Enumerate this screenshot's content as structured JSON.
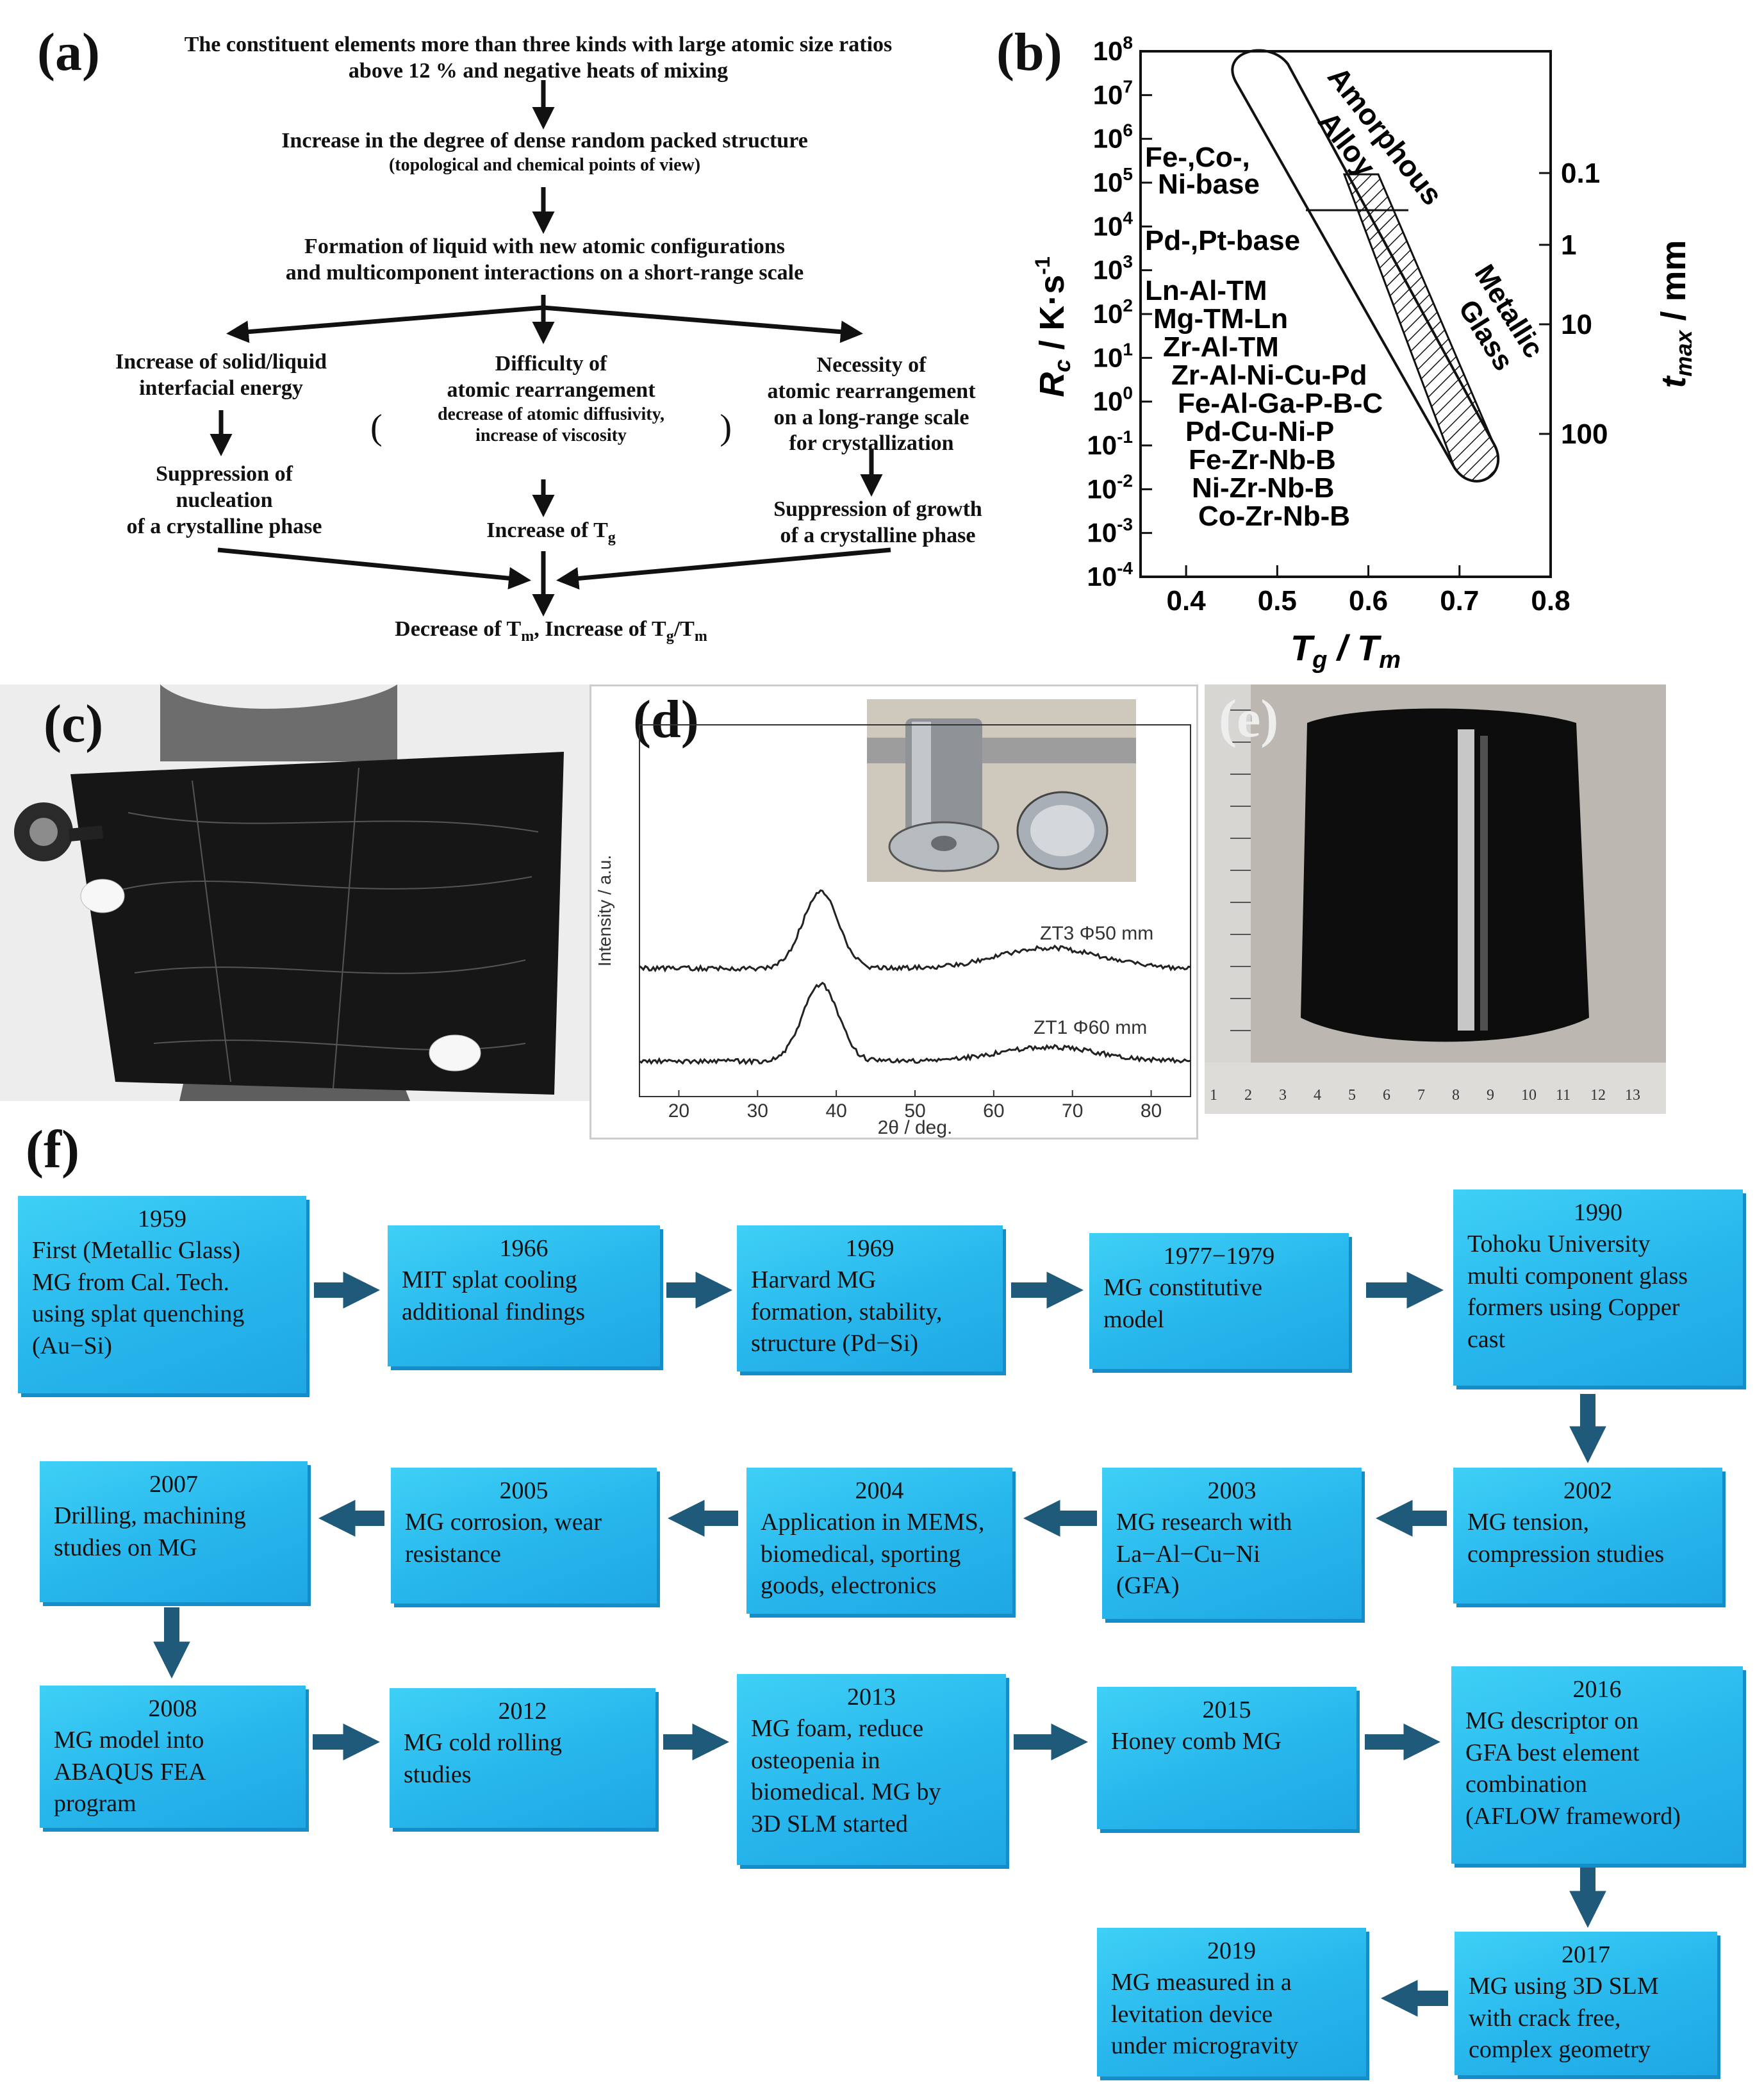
{
  "panel_a": {
    "label": "(a)",
    "step1_l1": "The constituent elements more than three kinds with large atomic size ratios",
    "step1_l2": "above 12 % and negative heats of mixing",
    "step2_l1": "Increase in the degree of dense random packed structure",
    "step2_l2": "(topological and chemical points of view)",
    "step3_l1": "Formation of liquid with new atomic configurations",
    "step3_l2": "and multicomponent interactions on a short-range scale",
    "left_l1": "Increase of solid/liquid",
    "left_l2": "interfacial energy",
    "left_res_l1": "Suppression of",
    "left_res_l2": "nucleation",
    "left_res_l3": "of a crystalline phase",
    "mid_l1": "Difficulty of",
    "mid_l2": "atomic rearrangement",
    "mid_l3": "decrease of atomic diffusivity,",
    "mid_l4": "increase of viscosity",
    "mid_res": "Increase of T",
    "mid_res_sub": "g",
    "right_l1": "Necessity of",
    "right_l2": "atomic rearrangement",
    "right_l3": "on a long-range scale",
    "right_l4": "for crystallization",
    "right_res_l1": "Suppression of growth",
    "right_res_l2": "of a crystalline phase",
    "final_a": "Decrease of T",
    "final_a_sub": "m",
    "final_b": ", Increase of T",
    "final_b_sub": "g",
    "final_c": "/T",
    "final_c_sub": "m"
  },
  "panel_b": {
    "label": "(b)",
    "ylabel_left": "R",
    "ylabel_left_sub": "c",
    "ylabel_left_unit": " / K·s",
    "ylabel_left_sup": "-1",
    "ylabel_right": "t",
    "ylabel_right_sub": "max",
    "ylabel_right_unit": " / mm",
    "xlabel": "T",
    "xlabel_sub": "g",
    "xlabel_mid": " / T",
    "xlabel_sub2": "m",
    "xticks": [
      "0.4",
      "0.5",
      "0.6",
      "0.7",
      "0.8"
    ],
    "yticks_exp": [
      "8",
      "7",
      "6",
      "5",
      "4",
      "3",
      "2",
      "1",
      "0",
      "-1",
      "-2",
      "-3",
      "-4"
    ],
    "ytick_base": "10",
    "rticks": [
      "0.1",
      "1",
      "10",
      "100"
    ],
    "region_top": "Amorphous",
    "region_top2": "Alloy",
    "region_bottom": "Metallic",
    "region_bottom2": "Glass",
    "alloys": [
      "Fe-,Co-,",
      "Ni-base",
      "Pd-,Pt-base",
      "Ln-Al-TM",
      "Mg-TM-Ln",
      "Zr-Al-TM",
      "Zr-Al-Ni-Cu-Pd",
      "Fe-Al-Ga-P-B-C",
      "Pd-Cu-Ni-P",
      "Fe-Zr-Nb-B",
      "Ni-Zr-Nb-B",
      "Co-Zr-Nb-B"
    ]
  },
  "panel_c": {
    "label": "(c)"
  },
  "panel_d": {
    "label": "(d)",
    "ylabel": "Intensity / a.u.",
    "xlabel": "2θ / deg.",
    "xticks": [
      "20",
      "30",
      "40",
      "50",
      "60",
      "70",
      "80"
    ],
    "curve1": "ZT3 Φ50 mm",
    "curve2": "ZT1 Φ60 mm"
  },
  "panel_e": {
    "label": "(e)",
    "ruler_numbers": [
      "1",
      "2",
      "3",
      "4",
      "5",
      "6",
      "7",
      "8",
      "9",
      "10",
      "11",
      "12",
      "13"
    ]
  },
  "panel_f": {
    "label": "(f)",
    "boxes": [
      {
        "year": "1959",
        "text": "First (Metallic Glass)\nMG from Cal. Tech.\nusing splat quenching\n(Au−Si)"
      },
      {
        "year": "1966",
        "text": "MIT splat cooling\nadditional findings"
      },
      {
        "year": "1969",
        "text": "Harvard MG\nformation, stability,\nstructure (Pd−Si)"
      },
      {
        "year": "1977−1979",
        "text": "MG constitutive\nmodel"
      },
      {
        "year": "1990",
        "text": "Tohoku University\nmulti component glass\nformers using Copper\ncast"
      },
      {
        "year": "2002",
        "text": "MG tension,\ncompression studies"
      },
      {
        "year": "2003",
        "text": "MG research with\nLa−Al−Cu−Ni\n(GFA)"
      },
      {
        "year": "2004",
        "text": "Application in MEMS,\nbiomedical, sporting\ngoods, electronics"
      },
      {
        "year": "2005",
        "text": "MG corrosion, wear\nresistance"
      },
      {
        "year": "2007",
        "text": "Drilling, machining\nstudies on MG"
      },
      {
        "year": "2008",
        "text": "MG model into\nABAQUS FEA\nprogram"
      },
      {
        "year": "2012",
        "text": "MG cold rolling\nstudies"
      },
      {
        "year": "2013",
        "text": "MG foam, reduce\nosteopenia in\nbiomedical. MG by\n3D SLM started"
      },
      {
        "year": "2015",
        "text": "Honey comb MG"
      },
      {
        "year": "2016",
        "text": "MG descriptor on\nGFA best element\ncombination\n(AFLOW frameword)"
      },
      {
        "year": "2017",
        "text": "MG using 3D SLM\nwith crack free,\ncomplex geometry"
      },
      {
        "year": "2019",
        "text": "MG measured in a\nlevitation device\nunder microgravity"
      }
    ]
  },
  "colors": {
    "box": "#29b8ee",
    "arrow": "#1f5a7a"
  }
}
